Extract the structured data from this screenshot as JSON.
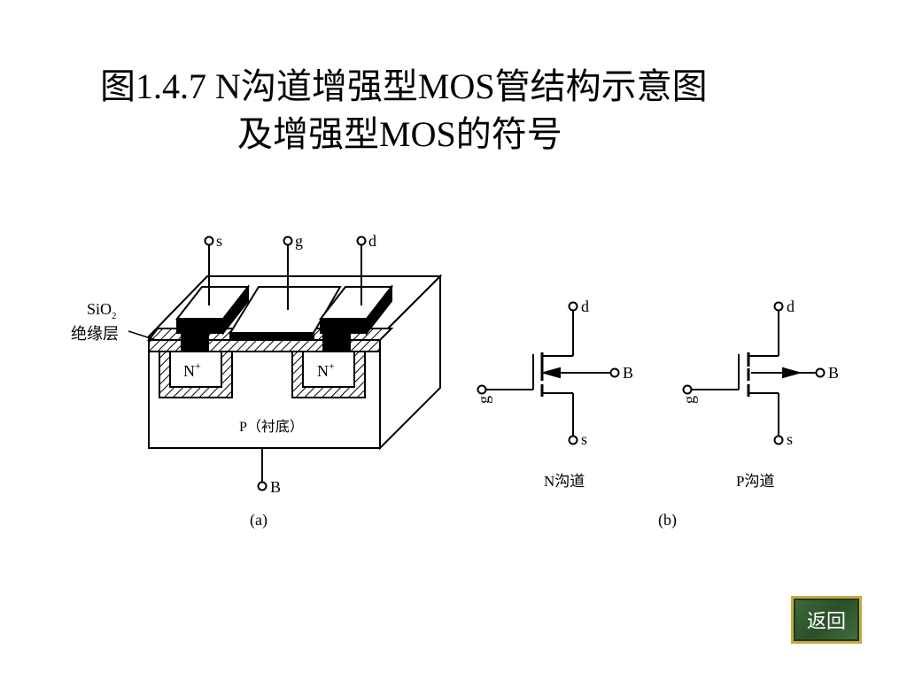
{
  "title": {
    "line1": "图1.4.7   N沟道增强型MOS管结构示意图",
    "line2": "及增强型MOS的符号"
  },
  "diagram_a": {
    "terminal_s": "s",
    "terminal_g": "g",
    "terminal_d": "d",
    "terminal_b": "B",
    "sio2_label": "SiO",
    "sio2_sub": "2",
    "insulator_label": "绝缘层",
    "n_region_left": "N",
    "n_region_right": "N",
    "n_sup": "+",
    "substrate_label": "P（衬底）",
    "caption": "(a)"
  },
  "diagram_b": {
    "n_symbol": {
      "d": "d",
      "g": "g",
      "s": "s",
      "b": "B",
      "label": "N沟道"
    },
    "p_symbol": {
      "d": "d",
      "g": "g",
      "s": "s",
      "b": "B",
      "label": "P沟道"
    },
    "caption": "(b)"
  },
  "nav": {
    "back_label": "返回",
    "button_color": "#2c4f2a",
    "border_color": "#c9a640"
  }
}
